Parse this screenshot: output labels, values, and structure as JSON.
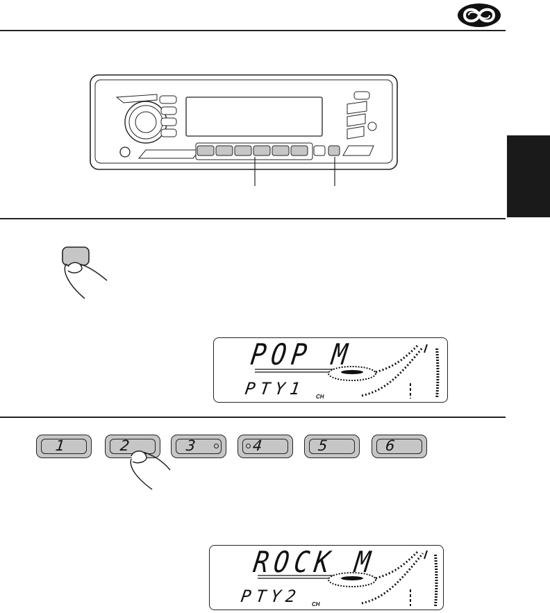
{
  "colors": {
    "rule": "#222222",
    "button_fill": "#c6c6c6",
    "side_tab": "#1a1a1a",
    "ink": "#111111"
  },
  "icons": {
    "header_logo": "double-loop-logo-icon",
    "press_hint": "finger-press-icon"
  },
  "step1": {
    "display": {
      "main": "POP M",
      "sub": "PTY1",
      "unit": "CH"
    }
  },
  "step2": {
    "presets": [
      {
        "label": "1"
      },
      {
        "label": "2"
      },
      {
        "label": "3"
      },
      {
        "label": "4"
      },
      {
        "label": "5"
      },
      {
        "label": "6"
      }
    ],
    "display": {
      "main": "ROCK M",
      "sub": "PTY2",
      "unit": "CH"
    }
  }
}
